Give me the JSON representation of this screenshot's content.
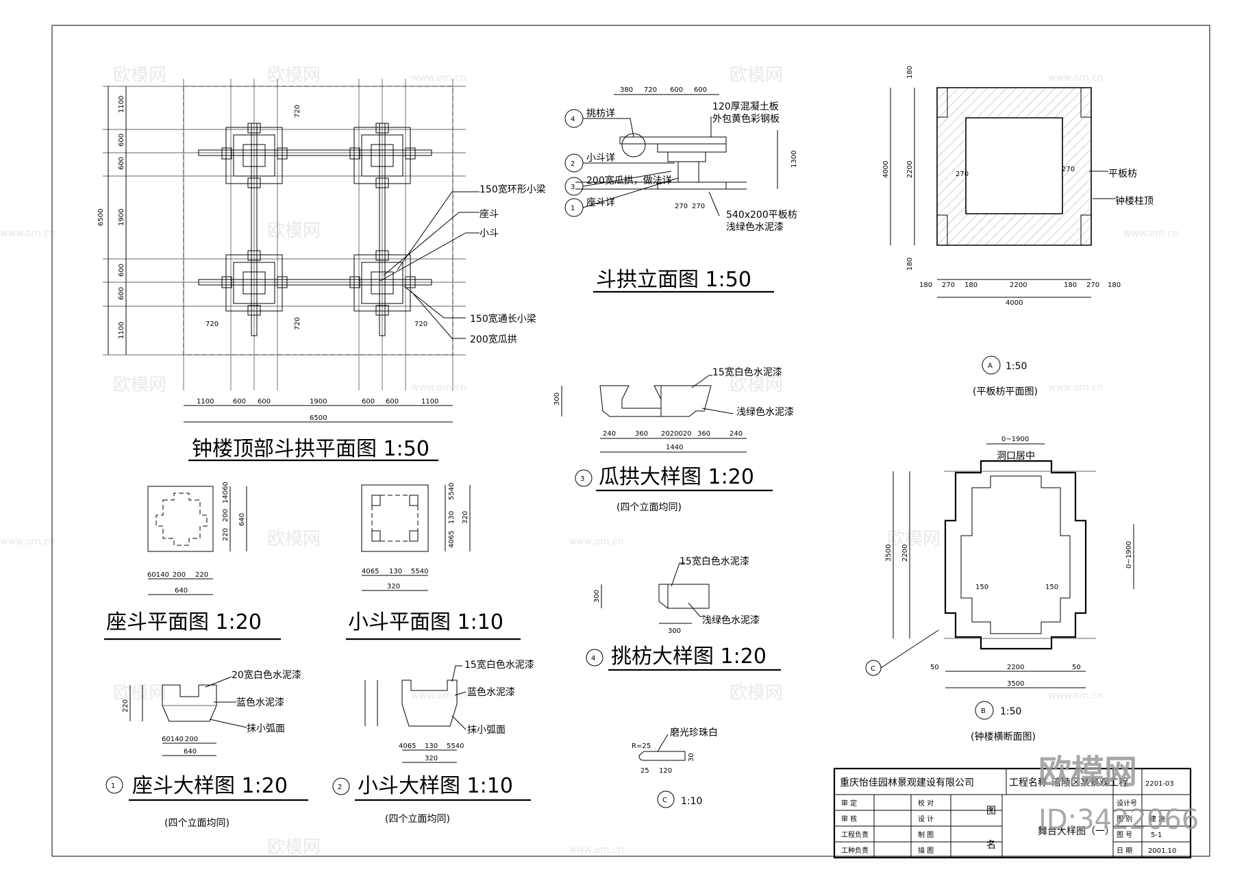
{
  "titles": {
    "plan_main": "钟楼顶部斗拱平面图 1:50",
    "dougong_elev": "斗拱立面图  1:50",
    "guagong": "瓜拱大样图  1:20",
    "guagong_note": "(四个立面均同)",
    "tiaofang": "挑枋大样图  1:20",
    "zuodou_plan": "座斗平面图  1:20",
    "xiaodou_plan": "小斗平面图  1:10",
    "zuodou_detail": "座斗大样图  1:20",
    "zuodou_detail_note": "(四个立面均同)",
    "xiaodou_detail": "小斗大样图  1:10",
    "xiaodou_detail_note": "(四个立面均同)",
    "section_a": "1:50",
    "section_a_note": "(平板枋平面图)",
    "section_b": "1:50",
    "section_b_note": "(钟楼横断面图)",
    "detail_c": "1:10"
  },
  "markers": {
    "a": "A",
    "b": "B",
    "c": "C",
    "n1": "1",
    "n2": "2",
    "n3": "3",
    "n4": "4"
  },
  "plan_labels": {
    "ring_beam": "150宽环形小梁",
    "zuodou": "座斗",
    "xiaodou": "小斗",
    "long_beam": "150宽通长小梁",
    "guagong": "200宽瓜拱"
  },
  "elev_labels": {
    "tiaofang": "挑枋详",
    "xiaodou": "小斗详",
    "guagong": "200宽瓜拱，做法详",
    "zuodou": "座斗详",
    "slab": "120厚混凝土板",
    "slab2": "外包黄色彩钢板",
    "pingban": "540x200平板枋",
    "pingban2": "浅绿色水泥漆"
  },
  "paint_labels": {
    "white15": "15宽白色水泥漆",
    "green": "浅绿色水泥漆",
    "white20": "20宽白色水泥漆",
    "blue": "蓝色水泥漆",
    "arc": "抹小弧面",
    "pearl": "磨光珍珠白"
  },
  "section_labels": {
    "pingbanfang": "平板枋",
    "column_top": "钟楼柱顶",
    "opening": "洞口居中"
  },
  "dims": {
    "plan_bottom": [
      "1100",
      "600",
      "600",
      "1900",
      "600",
      "600",
      "1100"
    ],
    "plan_total": "6500",
    "plan_left": [
      "1100",
      "600",
      "600",
      "1900",
      "600",
      "600",
      "1100"
    ],
    "plan_720": "720",
    "elev_top": [
      "380",
      "720",
      "600",
      "600"
    ],
    "elev_side": "1300",
    "elev_270": "270",
    "gg_bottom": [
      "240",
      "360",
      "2020020",
      "360",
      "240"
    ],
    "gg_total": "1440",
    "gg_h": "300",
    "zd_b": [
      "60140",
      "200",
      "220"
    ],
    "zd_total": "640",
    "zd_r": [
      "220",
      "200",
      "14060"
    ],
    "xd_b": [
      "4065",
      "130",
      "5540"
    ],
    "xd_total": "320",
    "xd_r": "320",
    "a_bottom": [
      "180",
      "270",
      "180",
      "2200",
      "180",
      "270",
      "180"
    ],
    "a_total": "4000",
    "a_270": "270",
    "a_left": [
      "180",
      "2200",
      "180"
    ],
    "b_top": "0~1900",
    "b_total": "3500",
    "b_left": "2200",
    "b_right": "0~1900",
    "b_bottom": [
      "50",
      "2200",
      "50"
    ],
    "b_150": "150",
    "c_r": "R=25",
    "c_120": "120",
    "c_25": "25",
    "c_30": "30",
    "tf_300": "300"
  },
  "titleblock": {
    "company": "重庆怡佳园林景观建设有限公司",
    "project_label": "工程名称",
    "project_name": "涪陵区某景观工程",
    "design_no_label": "设计号",
    "design_no": "2201-03",
    "r_shending": "审 定",
    "r_shenhe": "审 核",
    "r_gcfz": "工程负责",
    "r_zzfz": "工种负责",
    "r_jiaodui": "校 对",
    "r_sheji": "设 计",
    "r_zhitu": "制 图",
    "r_miaotu": "描 图",
    "tu": "图",
    "ming": "名",
    "drawing_name": "舞台大样图（一）",
    "tubie_label": "图 别",
    "tubie": "建 施",
    "tuhao_label": "图 号",
    "tuhao": "5-1",
    "date_label": "日 期",
    "date": "2001.10"
  },
  "watermark": {
    "brand": "欧模网",
    "id": "ID:3422066",
    "url": "www.om.cn"
  }
}
